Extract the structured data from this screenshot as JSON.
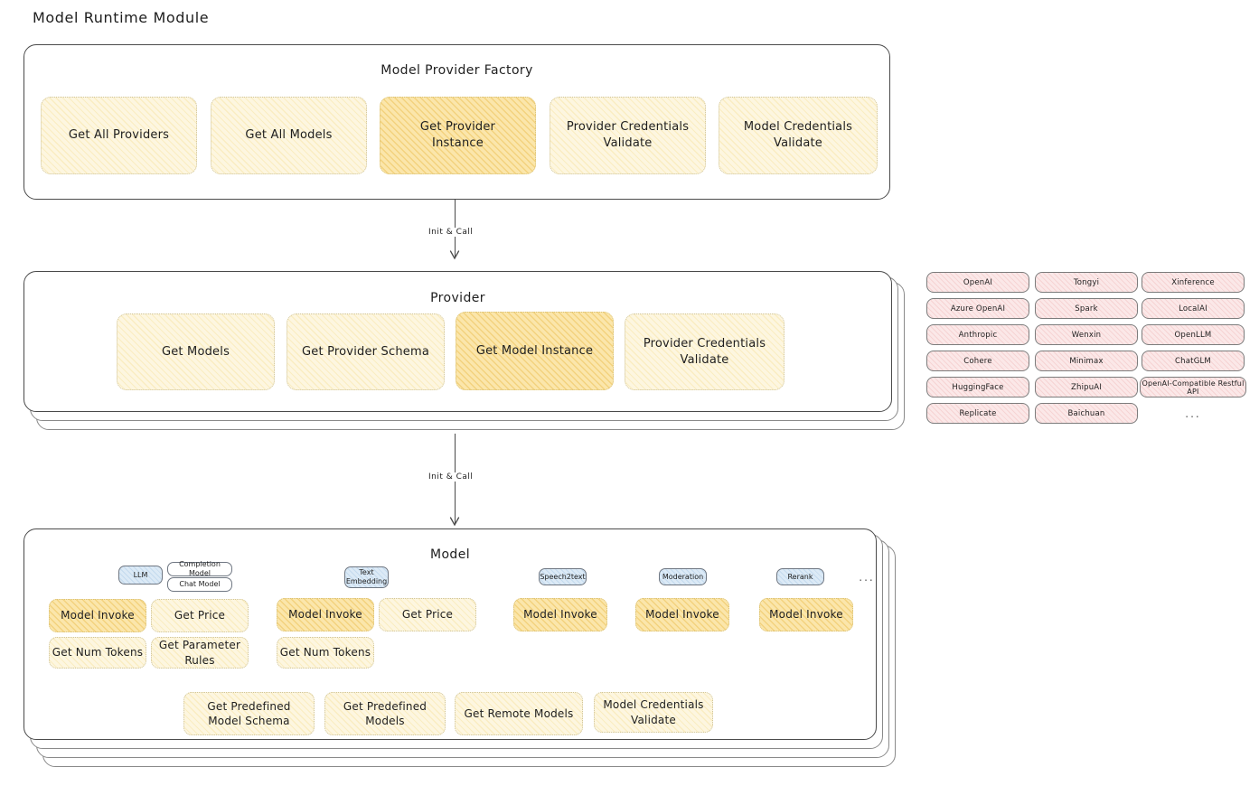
{
  "page": {
    "title": "Model Runtime Module"
  },
  "colors": {
    "fn_fill": "#fdf6e0",
    "fn_fill_highlight": "#fbe6ab",
    "fn_border": "#cfc49a",
    "tag_fill": "#dceaf6",
    "pill_fill": "#fbe8e8",
    "container_border": "#4a4a4a",
    "text": "#1e1e1e"
  },
  "factory": {
    "title": "Model Provider Factory",
    "functions": [
      {
        "label": "Get All Providers",
        "highlight": false
      },
      {
        "label": "Get All Models",
        "highlight": false
      },
      {
        "label": "Get Provider Instance",
        "highlight": true
      },
      {
        "label": "Provider Credentials Validate",
        "highlight": false
      },
      {
        "label": "Model Credentials Validate",
        "highlight": false
      }
    ]
  },
  "arrows": [
    {
      "label": "Init & Call"
    },
    {
      "label": "Init & Call"
    }
  ],
  "provider": {
    "title": "Provider",
    "functions": [
      {
        "label": "Get Models",
        "highlight": false
      },
      {
        "label": "Get Provider Schema",
        "highlight": false
      },
      {
        "label": "Get Model Instance",
        "highlight": true
      },
      {
        "label": "Provider Credentials Validate",
        "highlight": false
      }
    ]
  },
  "provider_list": {
    "columns": [
      {
        "items": [
          "OpenAI",
          "Azure OpenAI",
          "Anthropic",
          "Cohere",
          "HuggingFace",
          "Replicate"
        ],
        "more": null
      },
      {
        "items": [
          "Tongyi",
          "Spark",
          "Wenxin",
          "Minimax",
          "ZhipuAI",
          "Baichuan"
        ],
        "more": null
      },
      {
        "items": [
          "Xinference",
          "LocalAI",
          "OpenLLM",
          "ChatGLM",
          "OpenAI-Compatible Restful API"
        ],
        "more": "..."
      }
    ]
  },
  "model": {
    "title": "Model",
    "more_types": "...",
    "types": [
      {
        "name": "LLM",
        "subtypes": [
          "Completion Model",
          "Chat Model"
        ],
        "functions": [
          {
            "label": "Model Invoke",
            "highlight": true
          },
          {
            "label": "Get Price",
            "highlight": false
          },
          {
            "label": "Get Num Tokens",
            "highlight": false
          },
          {
            "label": "Get Parameter Rules",
            "highlight": false
          }
        ]
      },
      {
        "name": "Text Embedding",
        "subtypes": [],
        "functions": [
          {
            "label": "Model Invoke",
            "highlight": true
          },
          {
            "label": "Get Price",
            "highlight": false
          },
          {
            "label": "Get Num Tokens",
            "highlight": false
          }
        ]
      },
      {
        "name": "Speech2text",
        "subtypes": [],
        "functions": [
          {
            "label": "Model Invoke",
            "highlight": true
          }
        ]
      },
      {
        "name": "Moderation",
        "subtypes": [],
        "functions": [
          {
            "label": "Model Invoke",
            "highlight": true
          }
        ]
      },
      {
        "name": "Rerank",
        "subtypes": [],
        "functions": [
          {
            "label": "Model Invoke",
            "highlight": true
          }
        ]
      }
    ],
    "common_functions": [
      {
        "label": "Get Predefined Model Schema"
      },
      {
        "label": "Get Predefined Models"
      },
      {
        "label": "Get Remote Models"
      },
      {
        "label": "Model Credentials Validate"
      }
    ]
  }
}
